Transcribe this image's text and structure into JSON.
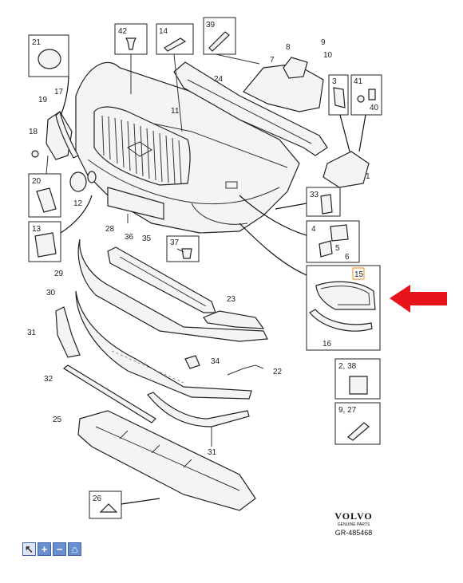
{
  "diagram": {
    "callouts": [
      "1",
      "2",
      "3",
      "4",
      "5",
      "6",
      "7",
      "8",
      "9",
      "10",
      "11",
      "12",
      "13",
      "14",
      "16",
      "17",
      "18",
      "19",
      "20",
      "21",
      "22",
      "23",
      "24",
      "25",
      "26",
      "27",
      "28",
      "29",
      "30",
      "31",
      "32",
      "33",
      "34",
      "35",
      "36",
      "37",
      "39",
      "40",
      "41",
      "42"
    ],
    "highlighted_callout": "15",
    "box_labels": {
      "b21": "21",
      "b42": "42",
      "b14": "14",
      "b39": "39",
      "b3": "3",
      "b41": "41",
      "b40": "40",
      "b20": "20",
      "b13": "13",
      "b33": "33",
      "b4": "4",
      "b5": "5",
      "b6": "6",
      "b37": "37",
      "b16": "16",
      "b238": "2, 38",
      "b927": "9, 27",
      "b26": "26"
    },
    "free_labels": {
      "l9": "9",
      "l10": "10",
      "l8": "8",
      "l7": "7",
      "l24": "24",
      "l17": "17",
      "l19": "19",
      "l18": "18",
      "l11": "11",
      "l12": "12",
      "l1": "1",
      "l28": "28",
      "l36": "36",
      "l35": "35",
      "l29": "29",
      "l30": "30",
      "l23": "23",
      "l31a": "31",
      "l34": "34",
      "l22": "22",
      "l32": "32",
      "l25": "25",
      "l31b": "31",
      "l15": "15"
    },
    "arrow_color": "#e8141c",
    "highlight_color": "#f0a040"
  },
  "branding": {
    "logo": "VOLVO",
    "tagline": "GENUINE PARTS",
    "code": "GR-485468"
  },
  "toolbar": {
    "buttons": [
      {
        "icon": "pointer-icon",
        "glyph": "↖"
      },
      {
        "icon": "zoom-in-icon",
        "glyph": "+"
      },
      {
        "icon": "zoom-out-icon",
        "glyph": "−"
      },
      {
        "icon": "home-icon",
        "glyph": "⌂"
      }
    ]
  }
}
